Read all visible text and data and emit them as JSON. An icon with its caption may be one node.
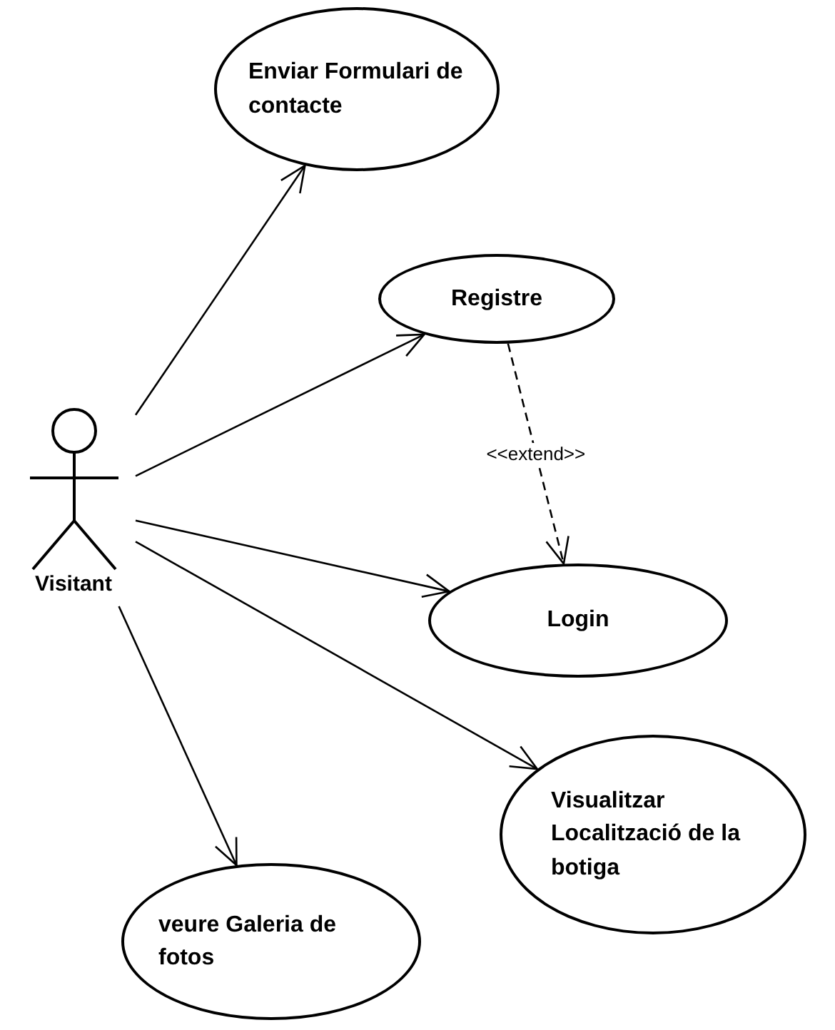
{
  "diagram": {
    "nodes": [
      {
        "text": [
          "Enviar Formulari de contacte"
        ]
      },
      {
        "text": [
          "Registre"
        ]
      },
      {
        "text": [
          "Visitant"
        ]
      },
      {
        "text": [
          "Login"
        ]
      },
      {
        "text": [
          "Visualitzar Localització de la botiga"
        ]
      },
      {
        "text": [
          "veure Galeria de fotos"
        ]
      }
    ],
    "edges": [
      {
        "from": 2,
        "to": 0,
        "arrow": "to"
      },
      {
        "from": 2,
        "to": 1,
        "arrow": "to"
      },
      {
        "from": 2,
        "to": 3,
        "arrow": "to"
      },
      {
        "from": 2,
        "to": 4,
        "arrow": "to"
      },
      {
        "from": 2,
        "to": 5,
        "arrow": "to"
      },
      {
        "from": 1,
        "to": 3,
        "arrow": "to",
        "style": "dashed",
        "label": "<<extend>>"
      }
    ]
  }
}
